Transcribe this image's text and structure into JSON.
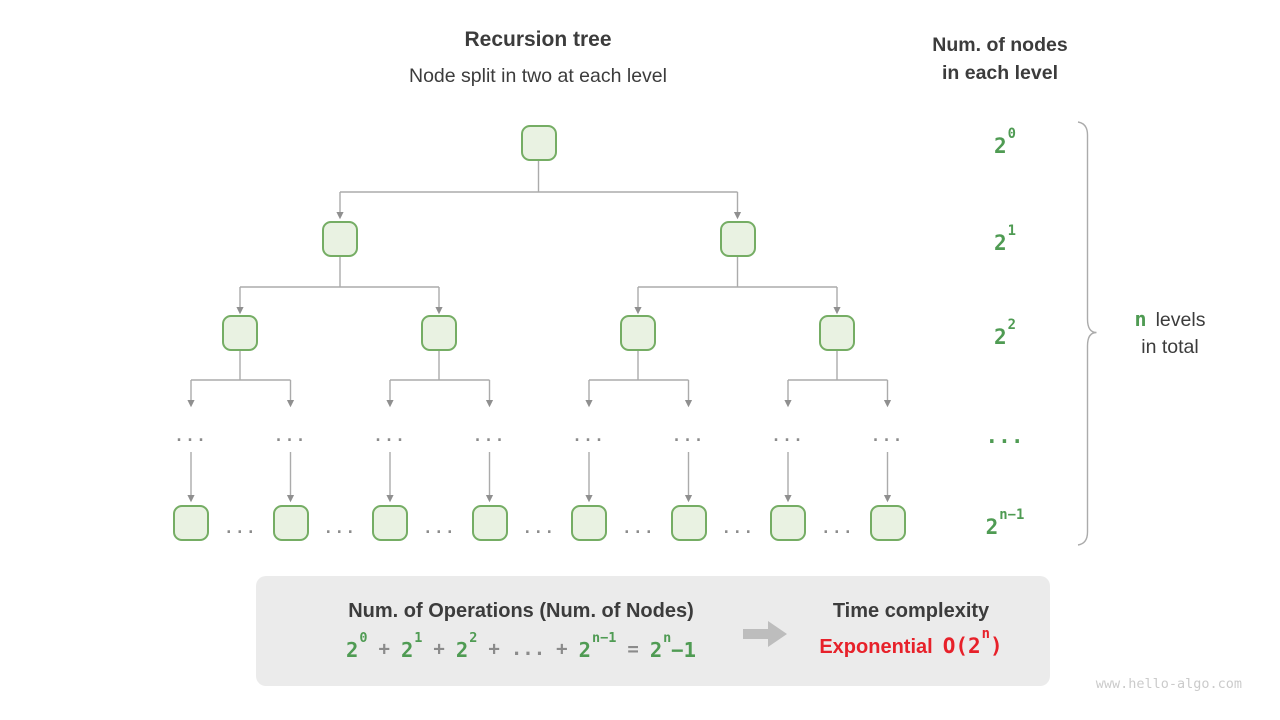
{
  "colors": {
    "green": "#4f9b53",
    "red": "#e7212a",
    "dark_text": "#3c3c3c",
    "gray_text": "#8b8b8b",
    "line": "#ababab",
    "arrowhead": "#8f8f8f",
    "node_fill": "#e9f2e2",
    "node_border": "#75ad64",
    "box_bg": "#ebebeb",
    "big_arrow": "#bdbdbd",
    "watermark_color": "#cbcbcb"
  },
  "header": {
    "title": "Recursion tree",
    "subtitle": "Node split in two at each level"
  },
  "right_header": {
    "line1": "Num. of nodes",
    "line2": "in each level"
  },
  "levels": [
    {
      "base": "2",
      "sup": "0"
    },
    {
      "base": "2",
      "sup": "1"
    },
    {
      "base": "2",
      "sup": "2"
    },
    {
      "base": "...",
      "sup": ""
    },
    {
      "base": "2",
      "sup": "n−1"
    }
  ],
  "brace_label": {
    "n": "n",
    "rest": "levels",
    "line2": "in total"
  },
  "tree": {
    "ellipsis": "..."
  },
  "summary_box": {
    "ops_title": "Num. of Operations (Num. of Nodes)",
    "formula_tokens": [
      {
        "text": "2",
        "sup": "0",
        "color": "green"
      },
      {
        "text": "+",
        "color": "gray"
      },
      {
        "text": "2",
        "sup": "1",
        "color": "green"
      },
      {
        "text": "+",
        "color": "gray"
      },
      {
        "text": "2",
        "sup": "2",
        "color": "green"
      },
      {
        "text": "+",
        "color": "gray"
      },
      {
        "text": "...",
        "color": "gray"
      },
      {
        "text": "+",
        "color": "gray"
      },
      {
        "text": "2",
        "sup": "n−1",
        "color": "green"
      },
      {
        "text": "=",
        "color": "gray"
      },
      {
        "text": "2",
        "sup": "n",
        "tail": "−1",
        "color": "green"
      }
    ],
    "time_title": "Time complexity",
    "complexity_label": "Exponential",
    "complexity_notation": {
      "pre": "O(2",
      "sup": "n",
      "post": ")"
    }
  },
  "watermark": "www.hello-algo.com"
}
